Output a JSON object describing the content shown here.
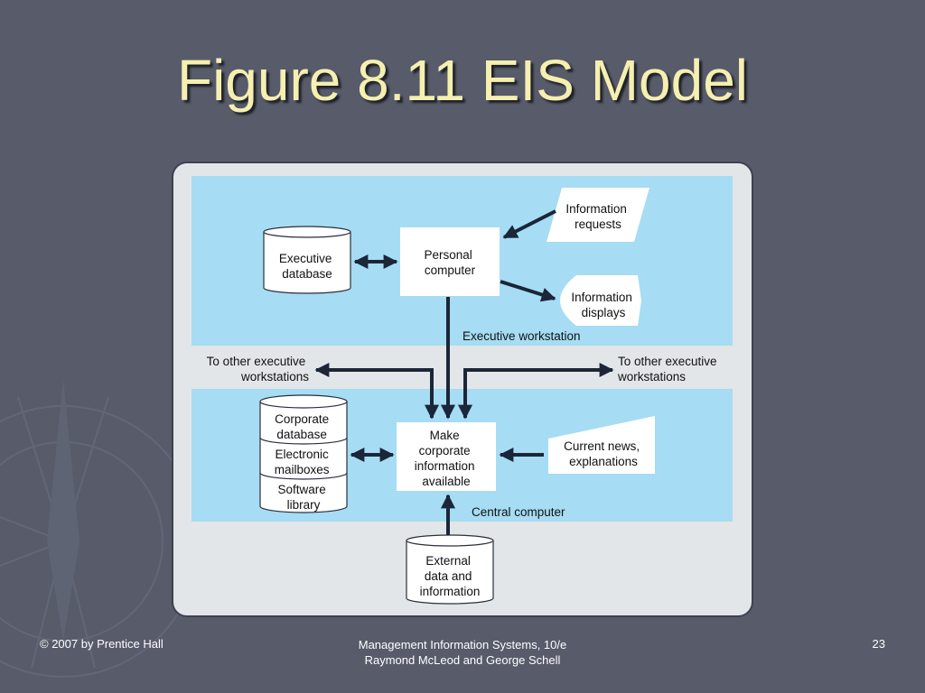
{
  "slide": {
    "title": "Figure 8.11 EIS Model",
    "footer_left": "© 2007 by Prentice Hall",
    "footer_center_line1": "Management Information Systems, 10/e",
    "footer_center_line2": "Raymond McLeod and George Schell",
    "page_number": "23"
  },
  "diagram": {
    "executive_database": [
      "Executive",
      "database"
    ],
    "personal_computer": [
      "Personal",
      "computer"
    ],
    "information_requests": [
      "Information",
      "requests"
    ],
    "information_displays": [
      "Information",
      "displays"
    ],
    "executive_workstation": "Executive workstation",
    "to_other_left": [
      "To other executive",
      "workstations"
    ],
    "to_other_right": [
      "To other executive",
      "workstations"
    ],
    "central_db": [
      "Corporate",
      "database",
      "Electronic",
      "mailboxes",
      "Software",
      "library"
    ],
    "make_available": [
      "Make",
      "corporate",
      "information",
      "available"
    ],
    "current_news": [
      "Current news,",
      "explanations"
    ],
    "central_computer": "Central computer",
    "external_data": [
      "External",
      "data and",
      "information"
    ]
  },
  "colors": {
    "slide_background": "#575b6a",
    "title_text": "#f5efb0",
    "band_blue": "#a6dcf4",
    "figure_background": "#e3e6e8",
    "arrow": "#1b2638"
  }
}
